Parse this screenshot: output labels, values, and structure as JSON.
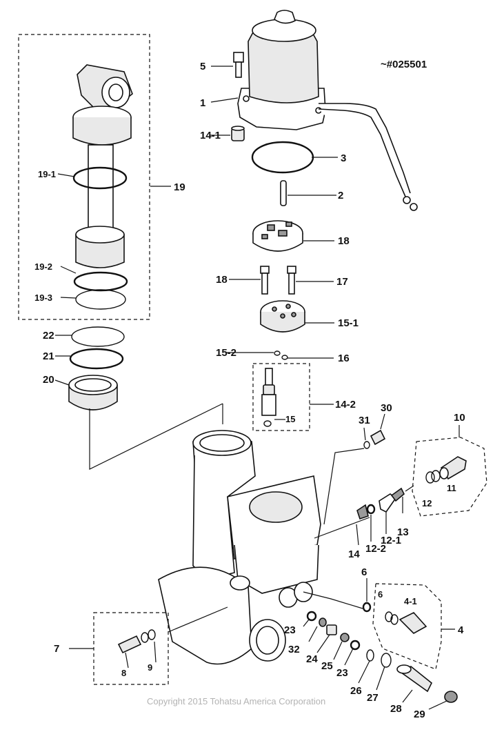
{
  "serial_note": "~#025501",
  "copyright": "Copyright 2015 Tohatsu America Corporation",
  "callouts": [
    "1",
    "2",
    "3",
    "4",
    "4-1",
    "5",
    "6",
    "6",
    "7",
    "8",
    "9",
    "10",
    "11",
    "12",
    "12-1",
    "12-2",
    "13",
    "14",
    "14-1",
    "14-2",
    "15",
    "15-1",
    "15-2",
    "16",
    "17",
    "18",
    "18",
    "19",
    "19-1",
    "19-2",
    "19-3",
    "20",
    "21",
    "22",
    "23",
    "23",
    "24",
    "25",
    "26",
    "27",
    "28",
    "29",
    "30",
    "31",
    "32"
  ]
}
